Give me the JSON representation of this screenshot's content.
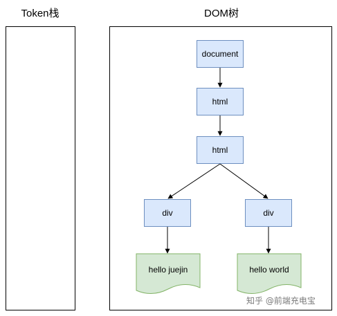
{
  "titles": {
    "token_stack": "Token栈",
    "dom_tree": "DOM树"
  },
  "nodes": {
    "document": "document",
    "html_1": "html",
    "html_2": "html",
    "div_left": "div",
    "div_right": "div"
  },
  "leaves": {
    "left": "hello juejin",
    "right": "hello world"
  },
  "colors": {
    "node_fill": "#dae8fc",
    "node_border": "#6c8ebf",
    "leaf_fill": "#d5e8d4",
    "leaf_border": "#82b366"
  },
  "watermark": "知乎 @前端充电宝"
}
